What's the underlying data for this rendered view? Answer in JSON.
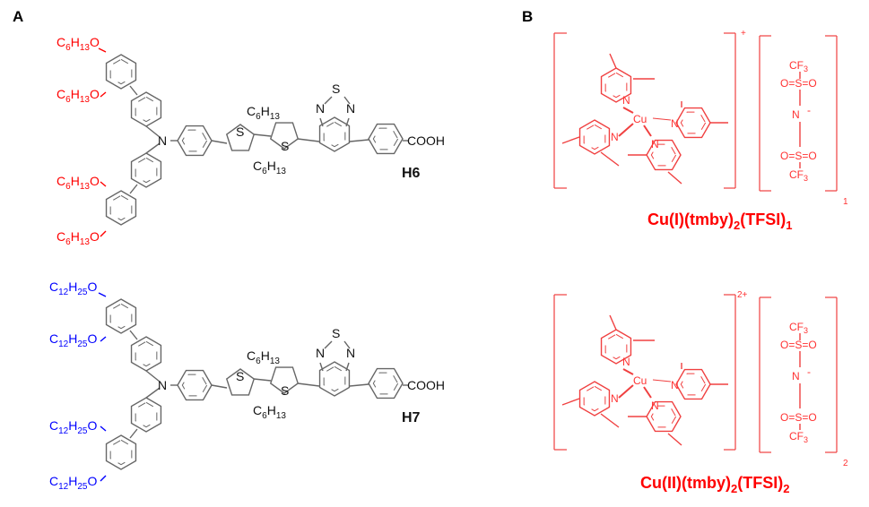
{
  "panels": {
    "a": "A",
    "b": "B"
  },
  "molecules": [
    {
      "id": "H6",
      "alkoxy_base": "C",
      "alkoxy_c": "6",
      "alkoxy_h": "H",
      "alkoxy_hn": "13",
      "alkoxy_o": "O",
      "alkyl_c": "C",
      "alkyl_cn": "6",
      "alkyl_h": "H",
      "alkyl_hn": "13",
      "S": "S",
      "N": "N",
      "acid": "COOH",
      "amine_N": "N",
      "color": "#ff0000"
    },
    {
      "id": "H7",
      "alkoxy_base": "C",
      "alkoxy_c": "12",
      "alkoxy_h": "H",
      "alkoxy_hn": "25",
      "alkoxy_o": "O",
      "alkyl_c": "C",
      "alkyl_cn": "6",
      "alkyl_h": "H",
      "alkyl_hn": "13",
      "S": "S",
      "N": "N",
      "acid": "COOH",
      "amine_N": "N",
      "color": "#0000ff"
    }
  ],
  "complexes": [
    {
      "metal": "Cu",
      "N": "N",
      "charge": "+",
      "count": "1",
      "cf3": "CF",
      "f3": "3",
      "oso": "O=S=O",
      "n_minus": "N",
      "minus": "-",
      "label": {
        "p1": "Cu(I)(tmby)",
        "s1": "2",
        "p2": "(TFSI)",
        "s2": "1"
      }
    },
    {
      "metal": "Cu",
      "N": "N",
      "charge": "2+",
      "count": "2",
      "cf3": "CF",
      "f3": "3",
      "oso": "O=S=O",
      "n_minus": "N",
      "minus": "-",
      "label": {
        "p1": "Cu(II)(tmby)",
        "s1": "2",
        "p2": "(TFSI)",
        "s2": "2"
      }
    }
  ],
  "colors": {
    "bond": "#666666",
    "complex": "#f04040",
    "label": "#ff0000"
  }
}
